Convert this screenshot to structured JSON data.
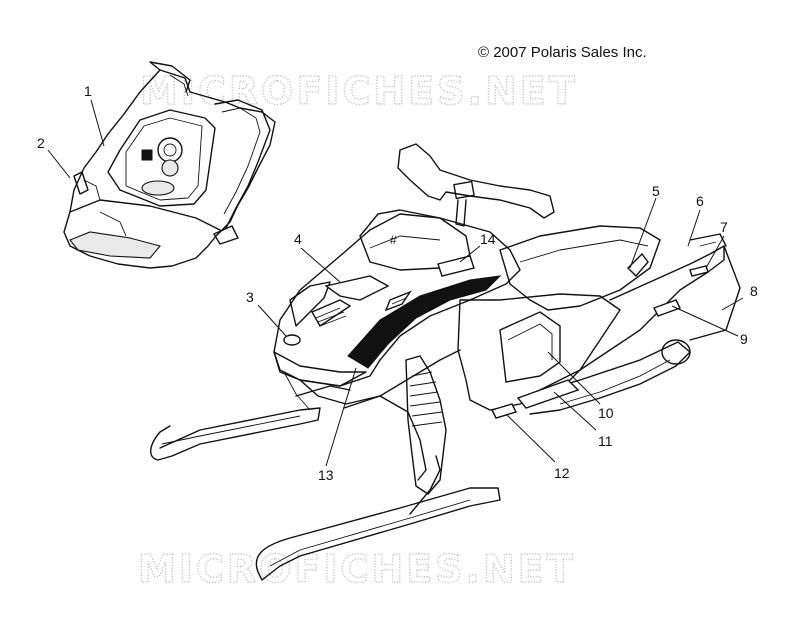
{
  "copyright": "© 2007 Polaris Sales Inc.",
  "watermark": "MICROFICHES.NET",
  "callouts": [
    {
      "n": "1"
    },
    {
      "n": "2"
    },
    {
      "n": "3"
    },
    {
      "n": "4"
    },
    {
      "n": "5"
    },
    {
      "n": "6"
    },
    {
      "n": "7"
    },
    {
      "n": "8"
    },
    {
      "n": "9"
    },
    {
      "n": "10"
    },
    {
      "n": "11"
    },
    {
      "n": "12"
    },
    {
      "n": "13"
    },
    {
      "n": "14"
    }
  ]
}
